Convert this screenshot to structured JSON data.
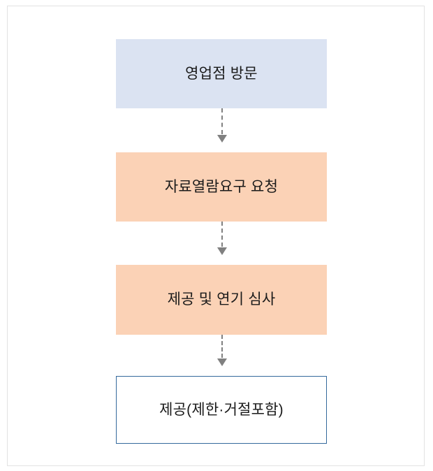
{
  "diagram": {
    "type": "flowchart",
    "orientation": "vertical",
    "nodes": [
      {
        "id": "node-1",
        "label": "영업점 방문",
        "fill": "#dbe3f2",
        "border": "none",
        "order": 1
      },
      {
        "id": "node-2",
        "label": "자료열람요구 요청",
        "fill": "#fbd2b6",
        "border": "none",
        "order": 2
      },
      {
        "id": "node-3",
        "label": "제공 및 연기 심사",
        "fill": "#fbd2b6",
        "border": "none",
        "order": 3
      },
      {
        "id": "node-4",
        "label": "제공(제한·거절포함)",
        "fill": "#ffffff",
        "border": "#34699c",
        "order": 4
      }
    ],
    "connectors": [
      {
        "id": "connector-1",
        "from": "node-1",
        "to": "node-2",
        "style": "dashed",
        "color": "#808080",
        "arrow": "down"
      },
      {
        "id": "connector-2",
        "from": "node-2",
        "to": "node-3",
        "style": "dashed",
        "color": "#808080",
        "arrow": "down"
      },
      {
        "id": "connector-3",
        "from": "node-3",
        "to": "node-4",
        "style": "dashed",
        "color": "#808080",
        "arrow": "down"
      }
    ],
    "frame": {
      "border_color": "#e2e2e2",
      "background": "#ffffff"
    }
  }
}
